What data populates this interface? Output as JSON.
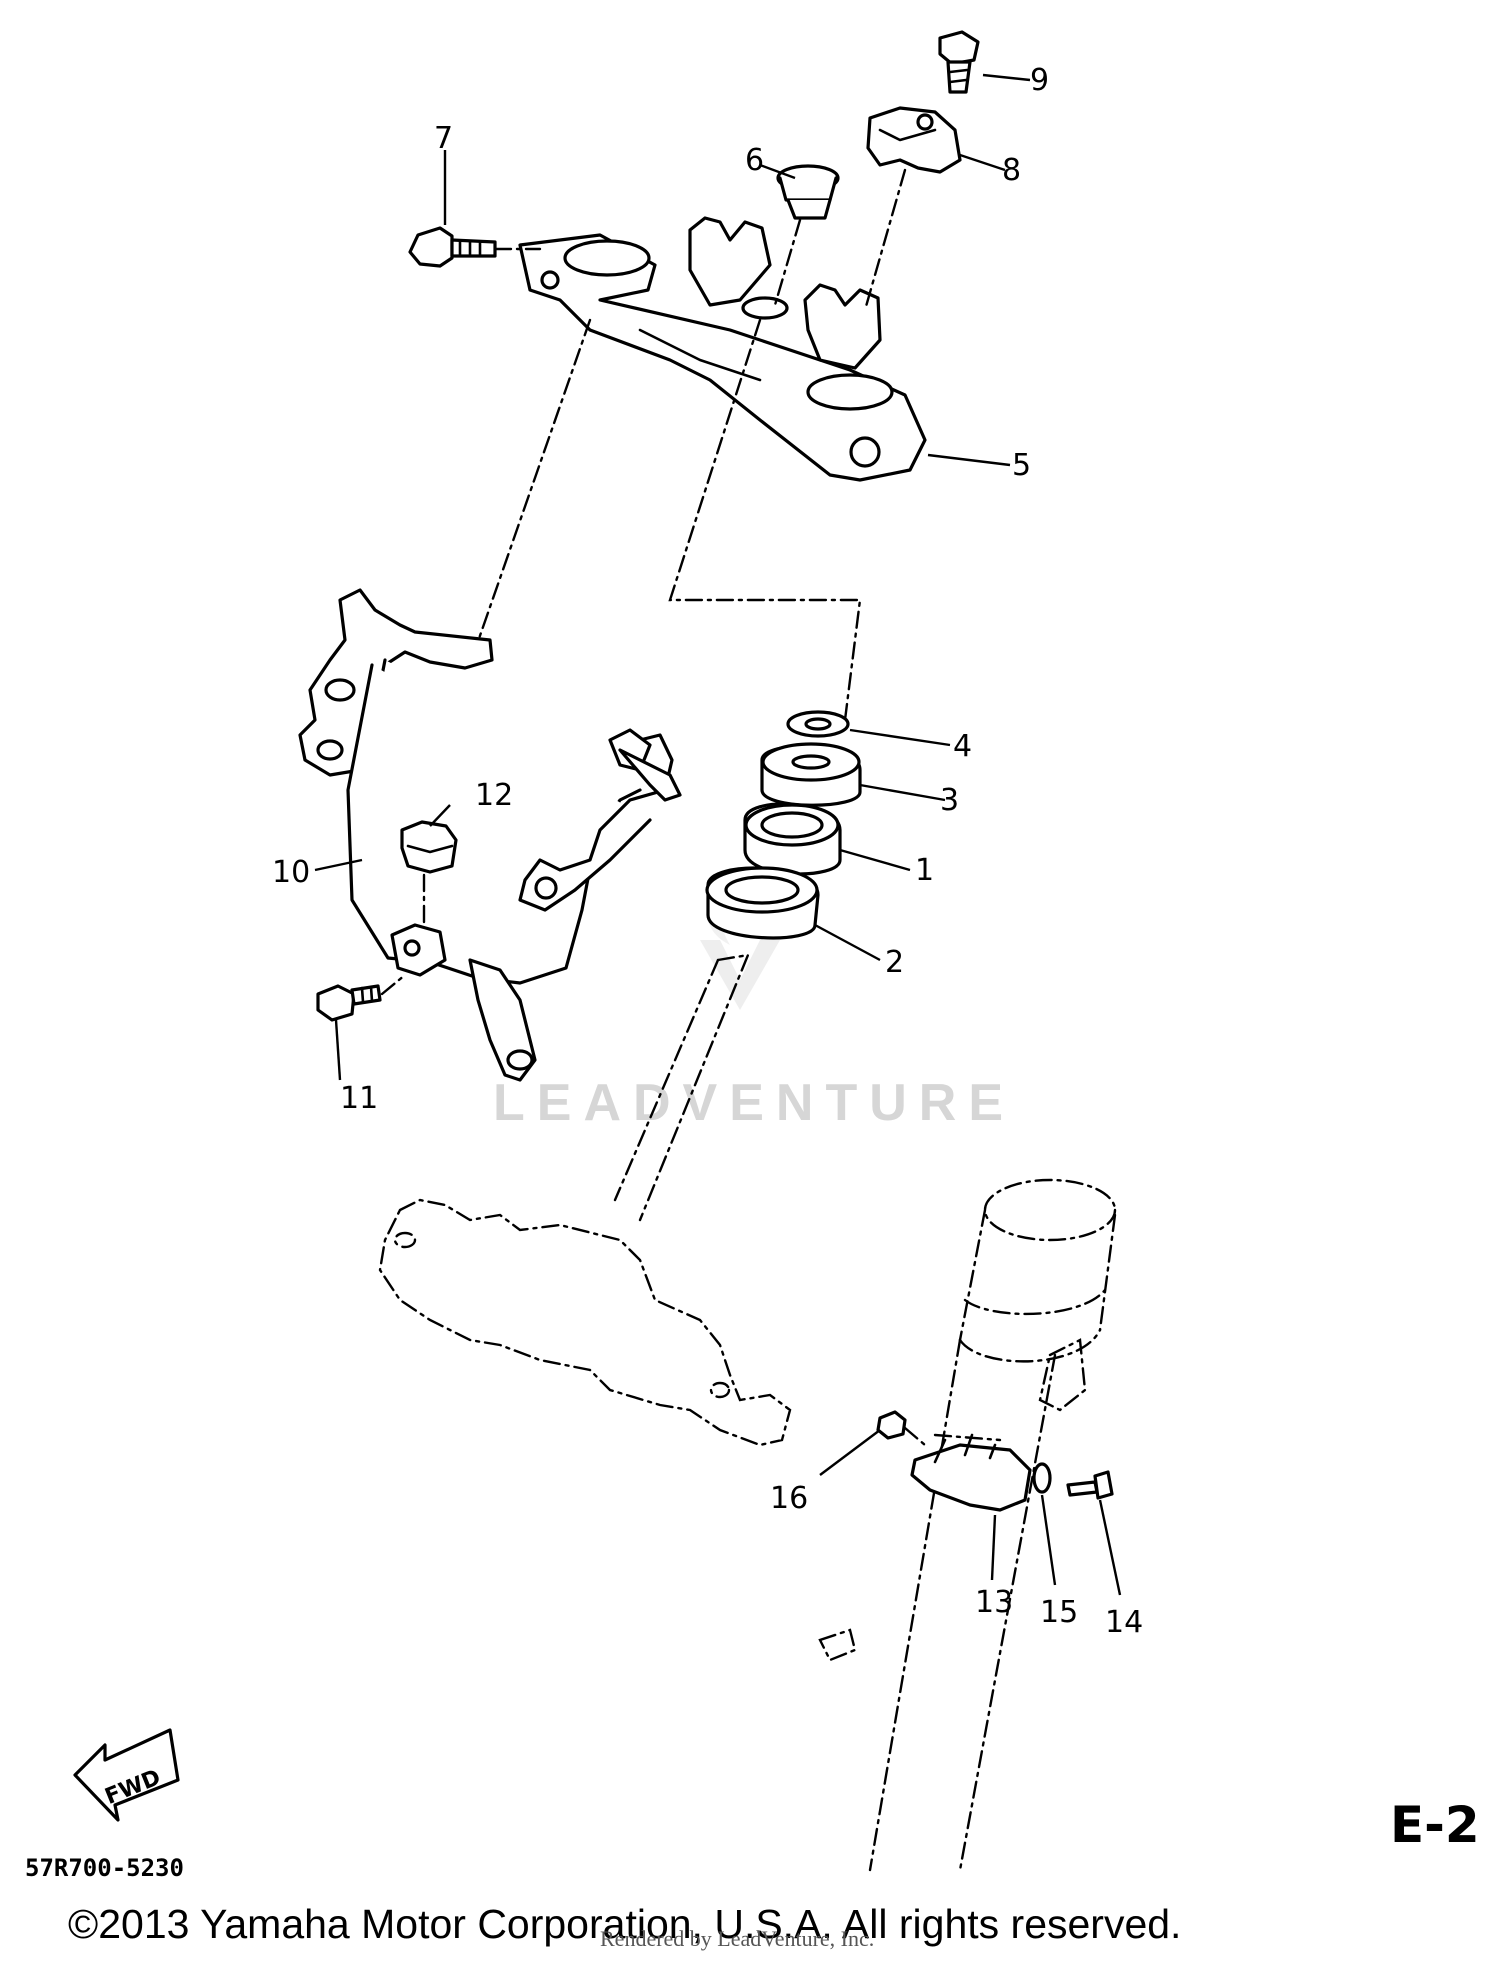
{
  "diagram": {
    "part_labels": [
      "1",
      "2",
      "3",
      "4",
      "5",
      "6",
      "7",
      "8",
      "9",
      "10",
      "11",
      "12",
      "13",
      "14",
      "15",
      "16"
    ],
    "fwd_label": "FWD",
    "diagram_code": "57R700-5230",
    "plate_id": "E-2",
    "copyright": "©2013 Yamaha Motor Corporation, U.S.A. All rights reserved.",
    "rendered_by": "Rendered by LeadVenture, Inc.",
    "watermark": "LEADVENTURE"
  }
}
